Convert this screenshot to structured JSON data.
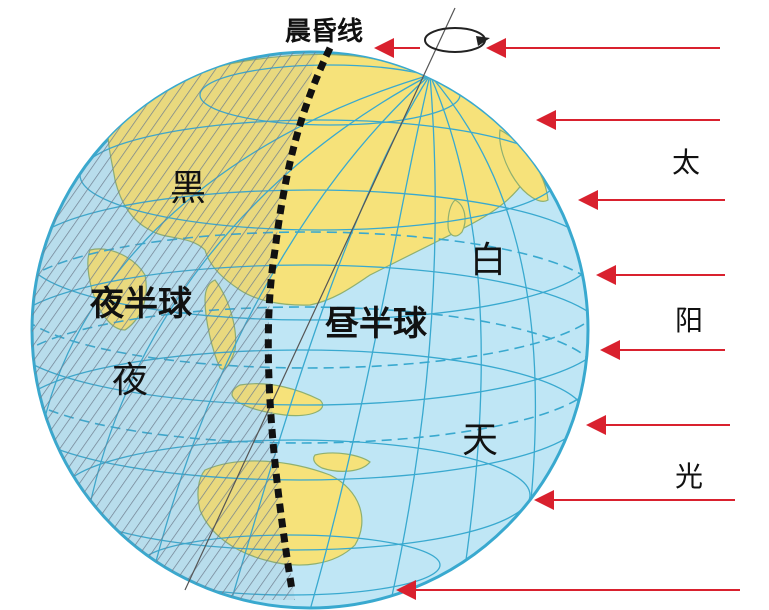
{
  "labels": {
    "terminator": "晨昏线",
    "night_hemisphere": "夜半球",
    "day_hemisphere": "昼半球",
    "night_chars": [
      "黑",
      "夜"
    ],
    "day_chars": [
      "白",
      "天"
    ],
    "sunlight_chars": [
      "太",
      "阳",
      "光"
    ]
  },
  "colors": {
    "ocean": "#bfe6f5",
    "land": "#f6e27a",
    "grid": "#39a9cf",
    "night_hatch": "#6f7f8f",
    "terminator": "#111111",
    "sun_arrow": "#d9212e"
  },
  "icons": {
    "rotation": "rotation-arrow-icon",
    "sun_ray": "arrow-left-icon"
  }
}
